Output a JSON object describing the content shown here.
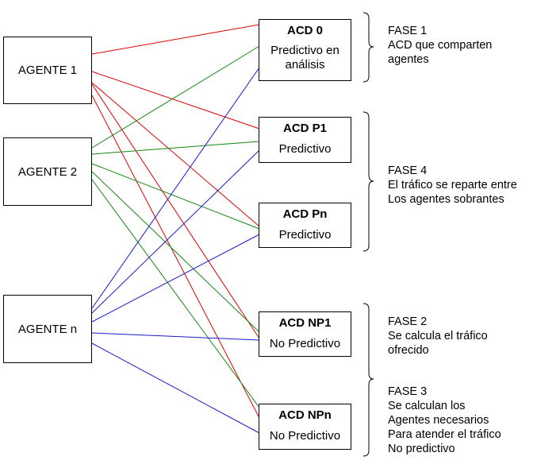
{
  "agents": [
    {
      "id": "a1",
      "label": "AGENTE 1"
    },
    {
      "id": "a2",
      "label": "AGENTE 2"
    },
    {
      "id": "an",
      "label": "AGENTE n"
    }
  ],
  "acds": [
    {
      "id": "acd0",
      "title": "ACD 0",
      "subtitle_lines": [
        "Predictivo en",
        "análisis"
      ]
    },
    {
      "id": "acdp1",
      "title": "ACD P1",
      "subtitle_lines": [
        "Predictivo"
      ]
    },
    {
      "id": "acdpn",
      "title": "ACD Pn",
      "subtitle_lines": [
        "Predictivo"
      ]
    },
    {
      "id": "acdnp1",
      "title": "ACD NP1",
      "subtitle_lines": [
        "No Predictivo"
      ]
    },
    {
      "id": "acdnpn",
      "title": "ACD NPn",
      "subtitle_lines": [
        "No Predictivo"
      ]
    }
  ],
  "phases": [
    {
      "id": "fase1",
      "lines": [
        "FASE 1",
        "ACD que comparten",
        "agentes"
      ]
    },
    {
      "id": "fase4",
      "lines": [
        "FASE 4",
        "El tráfico se reparte entre",
        "Los agentes sobrantes"
      ]
    },
    {
      "id": "fase2",
      "lines": [
        "FASE 2",
        "Se calcula el tráfico",
        "ofrecido"
      ]
    },
    {
      "id": "fase3",
      "lines": [
        "FASE 3",
        "Se calculan los",
        "Agentes necesarios",
        "Para atender el tráfico",
        "No predictivo"
      ]
    }
  ],
  "colors": {
    "agente1": "#e00000",
    "agente2": "#118811",
    "agenten": "#1a1acc",
    "bracket": "#000000"
  }
}
